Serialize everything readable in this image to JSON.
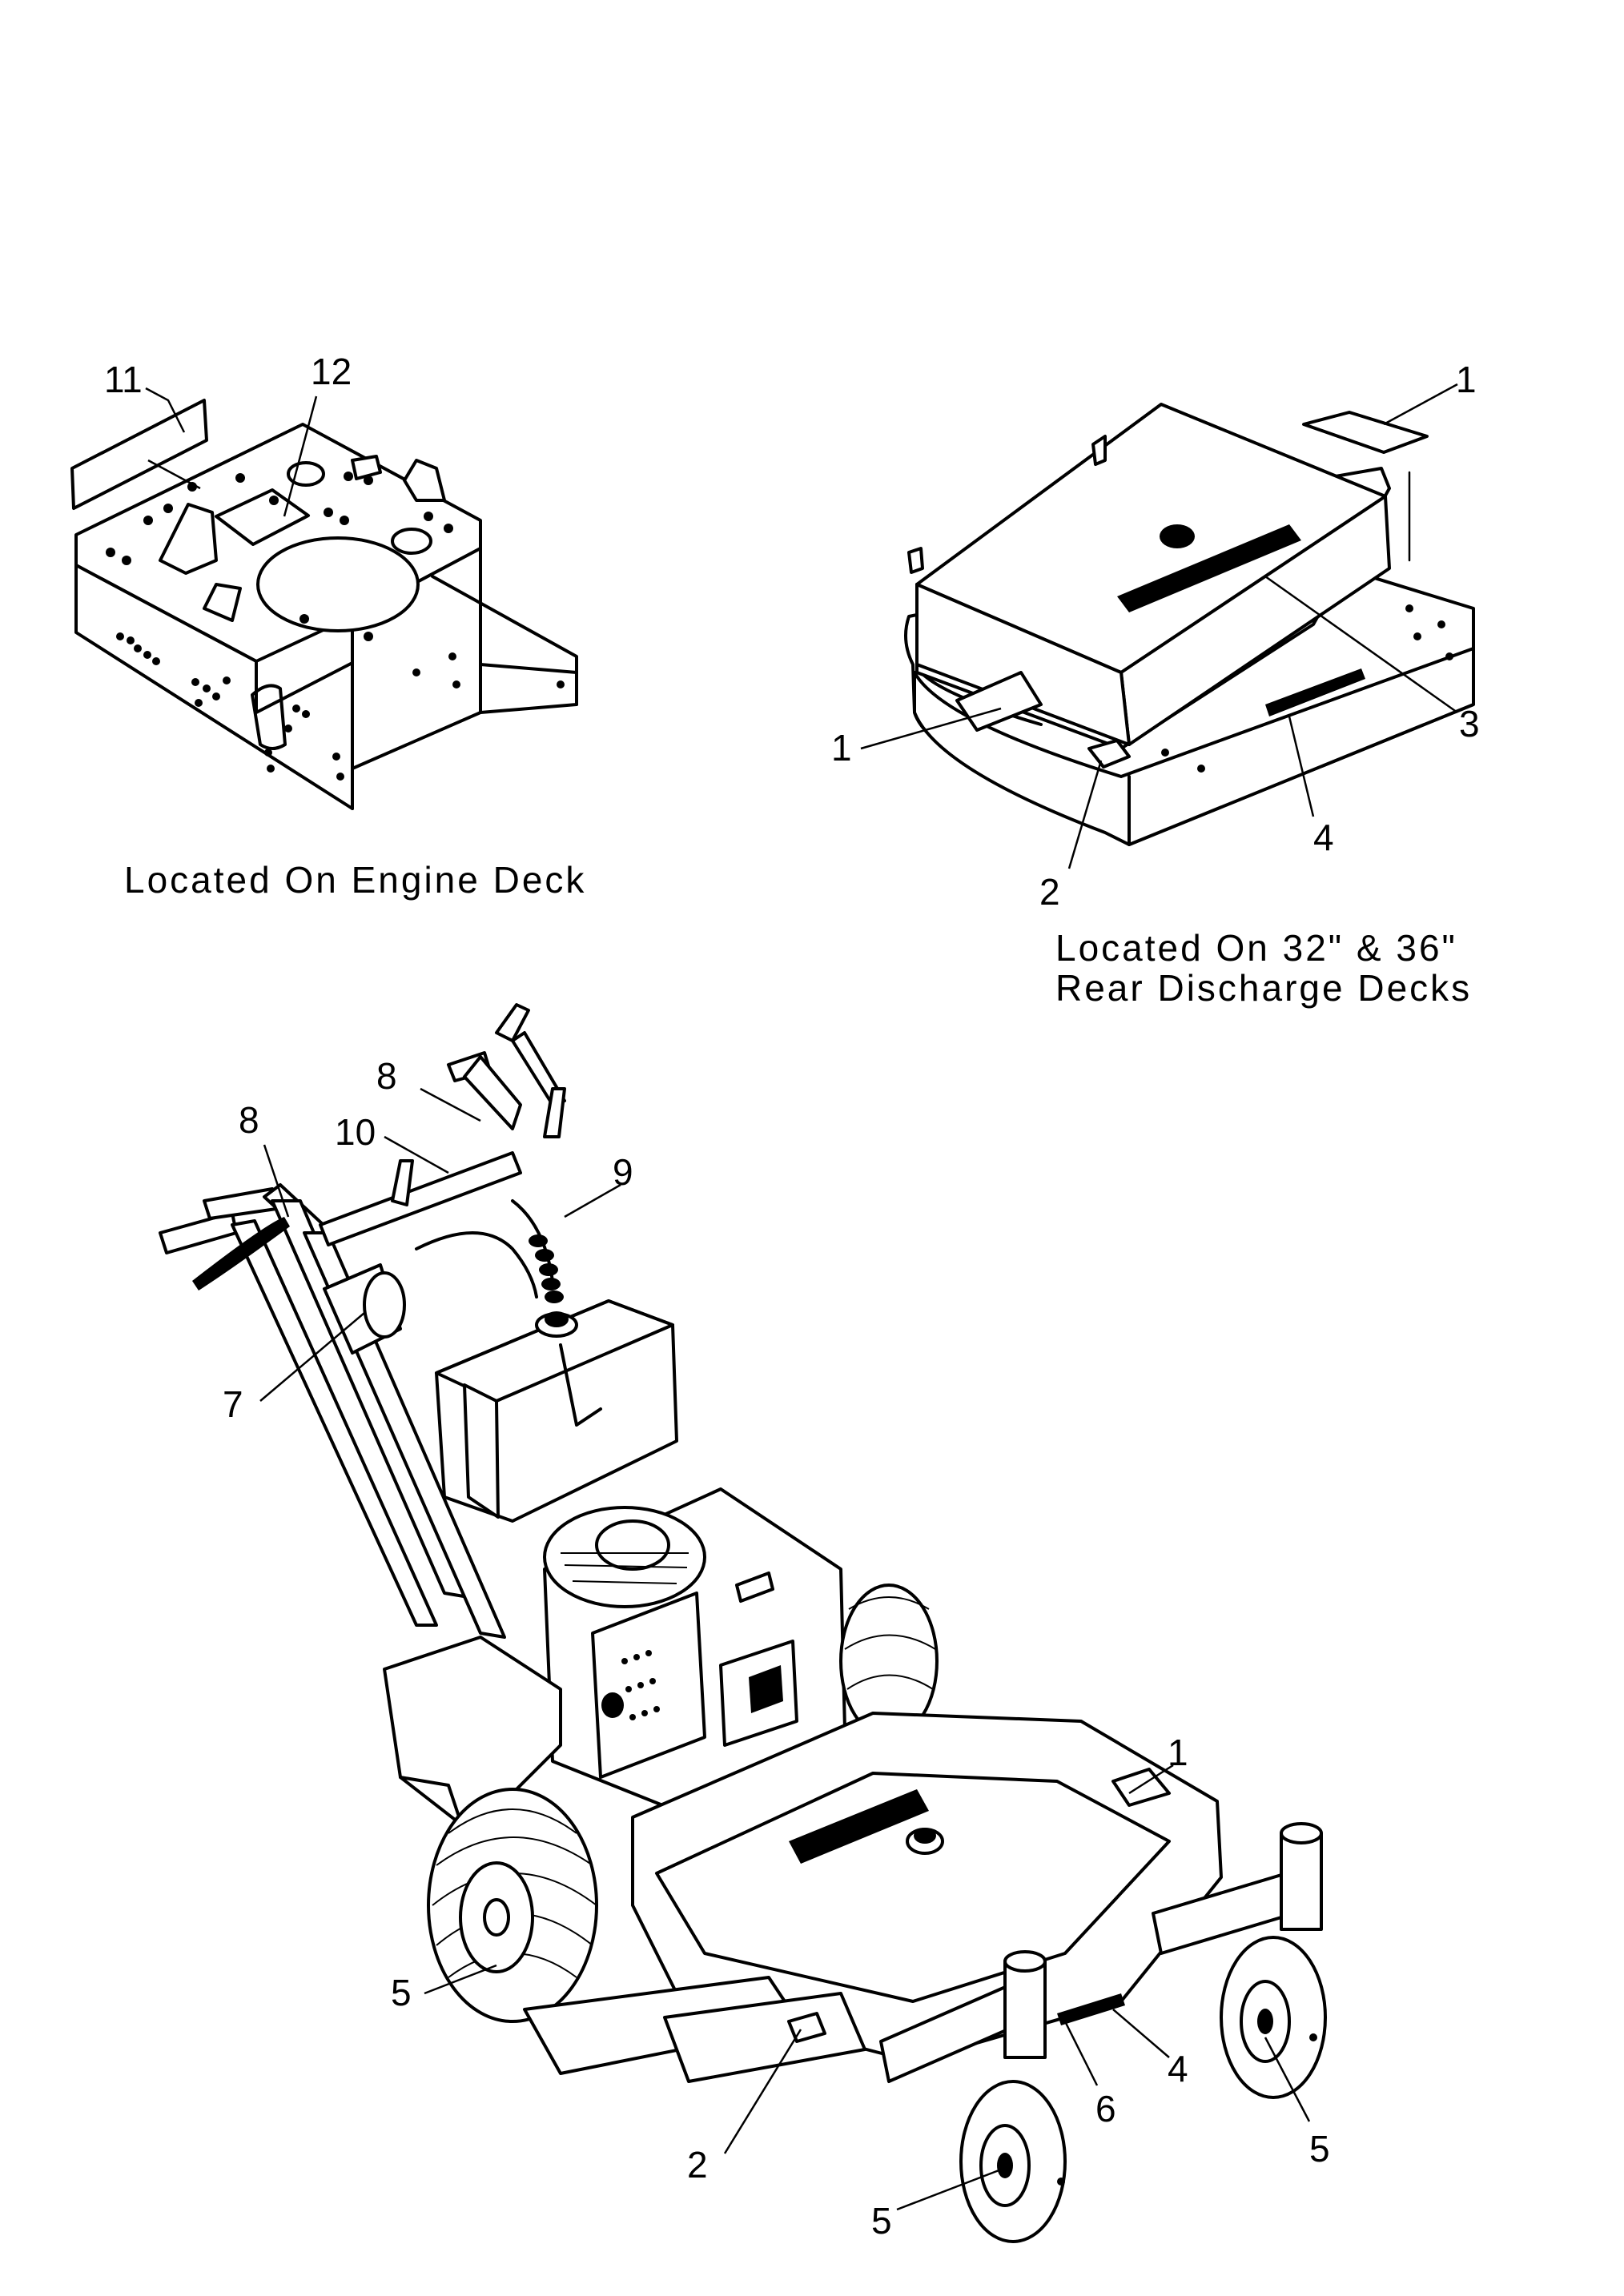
{
  "captions": {
    "engine_deck": "Located On Engine Deck",
    "rear_discharge_line1": "Located On 32\" & 36\"",
    "rear_discharge_line2": "Rear Discharge Decks"
  },
  "callouts": {
    "engine_deck": [
      "11",
      "12"
    ],
    "rear_deck": [
      "1",
      "1",
      "2",
      "3",
      "4"
    ],
    "mower": [
      "8",
      "8",
      "10",
      "9",
      "7",
      "1",
      "5",
      "2",
      "6",
      "4",
      "5",
      "5"
    ]
  }
}
